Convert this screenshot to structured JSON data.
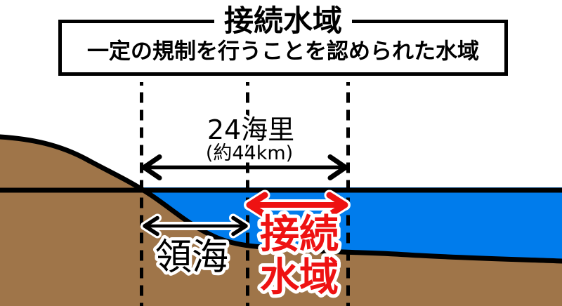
{
  "header": {
    "title": "接続水域",
    "subtitle": "一定の規制を行うことを認められた水域"
  },
  "measurement": {
    "distance_label": "24海里",
    "distance_approx": "(約44km)"
  },
  "zones": {
    "territorial_sea_label": "領海",
    "contiguous_zone_label_line1": "接続",
    "contiguous_zone_label_line2": "水域"
  },
  "colors": {
    "land_brown": "#9F7549",
    "sea_blue": "#007CEC",
    "accent_red": "#EE1212"
  }
}
